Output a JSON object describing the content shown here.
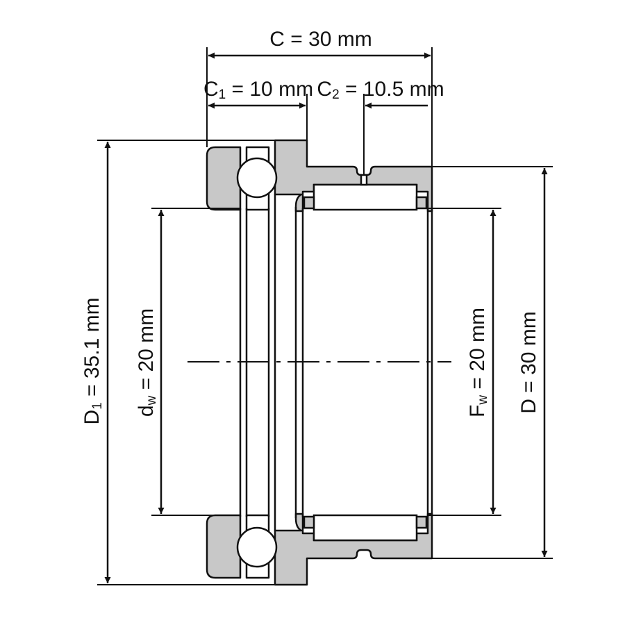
{
  "dimensions": {
    "c": {
      "symbol": "C",
      "sub": "",
      "value": " = 30 mm"
    },
    "c1": {
      "symbol": "C",
      "sub": "1",
      "value": " = 10 mm"
    },
    "c2": {
      "symbol": "C",
      "sub": "2",
      "value": " = 10.5 mm"
    },
    "d1": {
      "symbol": "D",
      "sub": "1",
      "value": " = 35.1 mm"
    },
    "dw": {
      "symbol": "d",
      "sub": "w",
      "value": " = 20 mm"
    },
    "fw": {
      "symbol": "F",
      "sub": "w",
      "value": " = 20 mm"
    },
    "d": {
      "symbol": "D",
      "sub": "",
      "value": " = 30 mm"
    }
  },
  "colors": {
    "line": "#111111",
    "section_fill": "#c8c8c8",
    "background": "#ffffff"
  }
}
